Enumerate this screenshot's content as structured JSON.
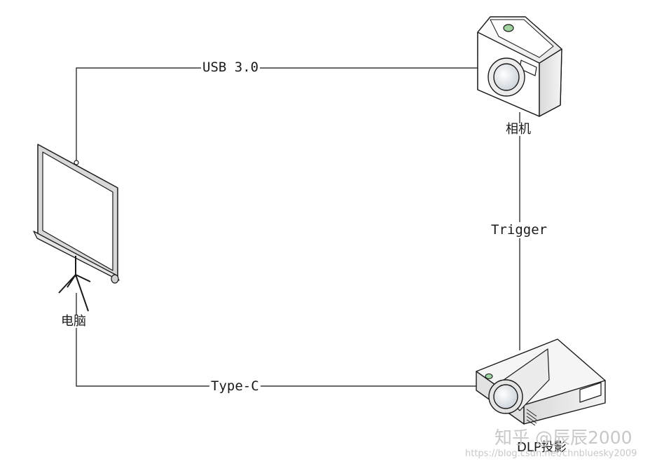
{
  "nodes": {
    "computer": {
      "label": "电脑",
      "icon": "projection-screen-icon"
    },
    "camera": {
      "label": "相机",
      "icon": "camera-icon"
    },
    "projector": {
      "label": "DLP投影",
      "icon": "projector-icon"
    }
  },
  "edges": {
    "usb": {
      "label": "USB 3.0"
    },
    "trigger": {
      "label": "Trigger"
    },
    "typec": {
      "label": "Type-C"
    }
  },
  "watermark": {
    "main": "知乎 @辰辰2000",
    "url": "https://blog.csdn.net/chnbluesky2009"
  },
  "colors": {
    "line": "#111111",
    "icon_stroke": "#1a1a1a",
    "lens": "#cfd6dc",
    "led": "#9fd39f",
    "watermark": "#c8c8c8"
  }
}
